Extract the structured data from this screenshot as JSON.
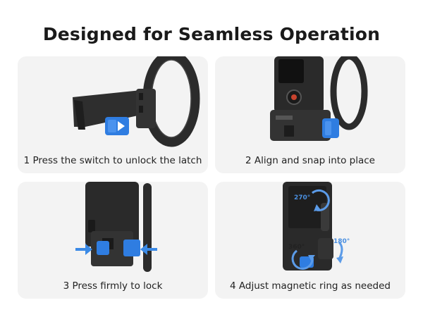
{
  "title": "Designed for Seamless Operation",
  "steps": [
    {
      "caption": "1 Press the switch to unlock the latch"
    },
    {
      "caption": "2 Align and snap into place"
    },
    {
      "caption": "3 Press firmly to lock"
    },
    {
      "caption": "4 Adjust magnetic ring as needed"
    }
  ],
  "rotation_labels": {
    "top": "270°",
    "bottom_left": "360°",
    "right": "180°"
  },
  "colors": {
    "background": "#ffffff",
    "card": "#f3f3f3",
    "accent": "#2f7de1",
    "device": "#2a2a2a",
    "text": "#1c1c1c"
  }
}
